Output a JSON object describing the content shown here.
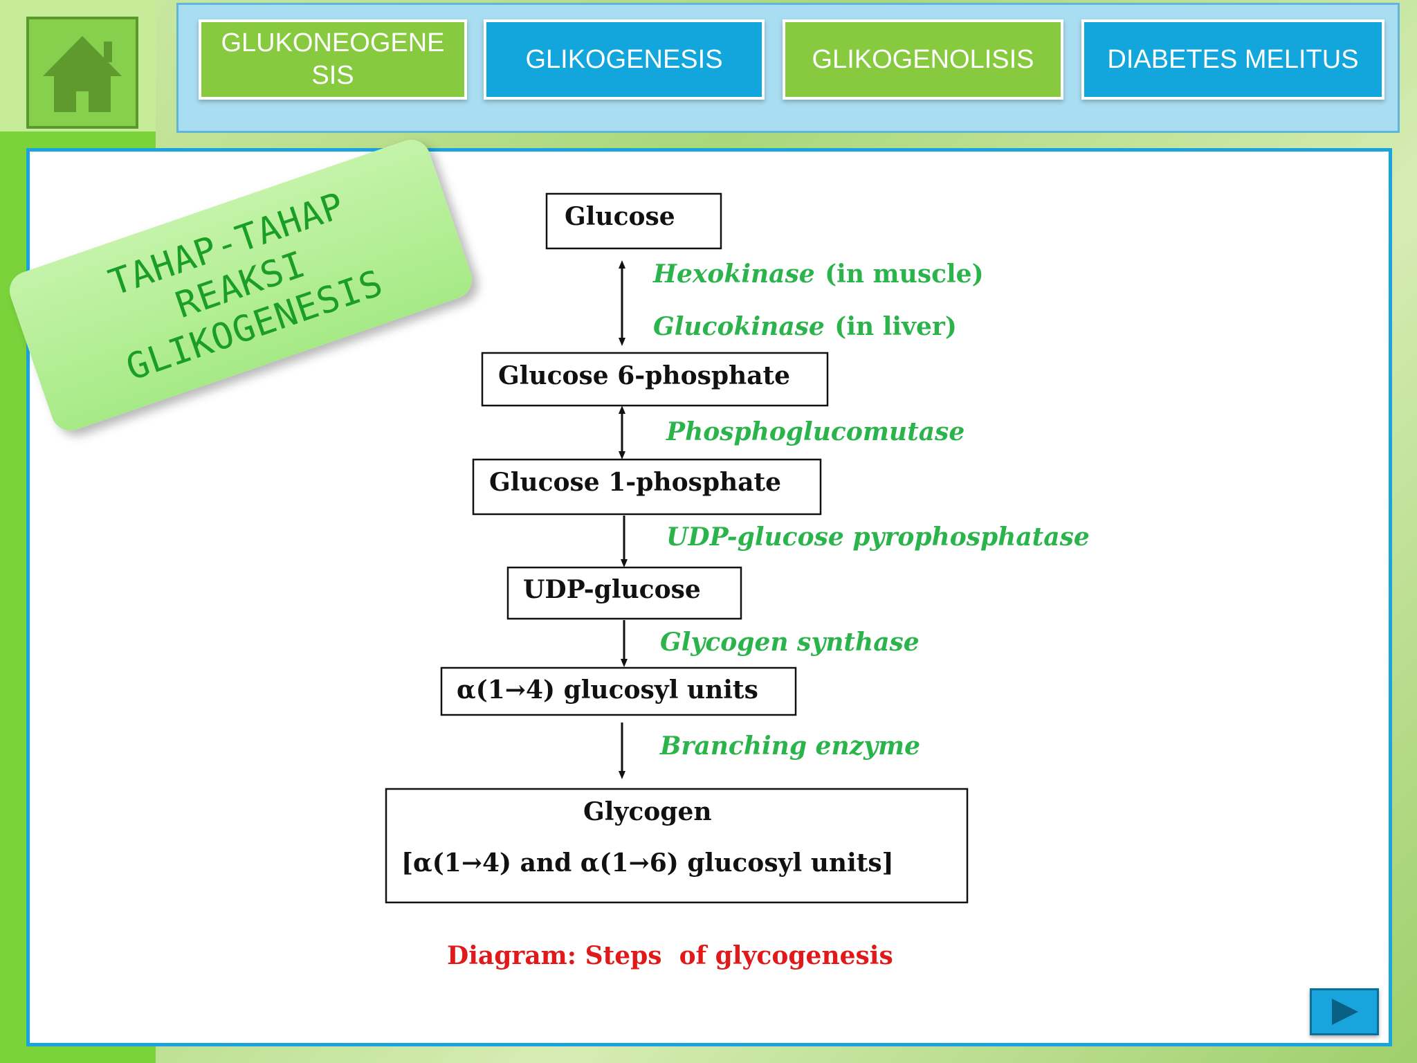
{
  "nav": {
    "items": [
      {
        "label": "GLUKONEOGENE\nSIS"
      },
      {
        "label": "GLIKOGENESIS"
      },
      {
        "label": "GLIKOGENOLISIS"
      },
      {
        "label": "DIABETES MELITUS"
      }
    ]
  },
  "title": "TAHAP-TAHAP\nREAKSI\nGLIKOGENESIS",
  "diagram": {
    "steps": {
      "glucose": "Glucose",
      "glucose_6_phosphate": "Glucose 6-phosphate",
      "glucose_1_phosphate": "Glucose 1-phosphate",
      "udp_glucose": "UDP-glucose",
      "alpha_1_4_units": "α(1→4) glucosyl units",
      "glycogen": "Glycogen",
      "glycogen_detail": "[α(1→4) and α(1→6) glucosyl units]"
    },
    "enzymes": {
      "hexokinase": "Hexokinase",
      "hexokinase_note": "(in muscle)",
      "glucokinase": "Glucokinase",
      "glucokinase_note": "(in liver)",
      "phosphoglucomutase": "Phosphoglucomutase",
      "udp_pyrophosphatase": "UDP-glucose pyrophosphatase",
      "glycogen_synthase": "Glycogen synthase",
      "branching_enzyme": "Branching enzyme"
    },
    "caption": "Diagram: Steps  of glycogenesis"
  },
  "icons": {
    "home": "home-icon",
    "next": "play-arrow-icon"
  },
  "colors": {
    "nav_green": "#87c93f",
    "nav_blue": "#12a6dc",
    "enzyme_text": "#2bb44b",
    "caption_text": "#e01a1a",
    "title_text": "#1b9e25"
  }
}
